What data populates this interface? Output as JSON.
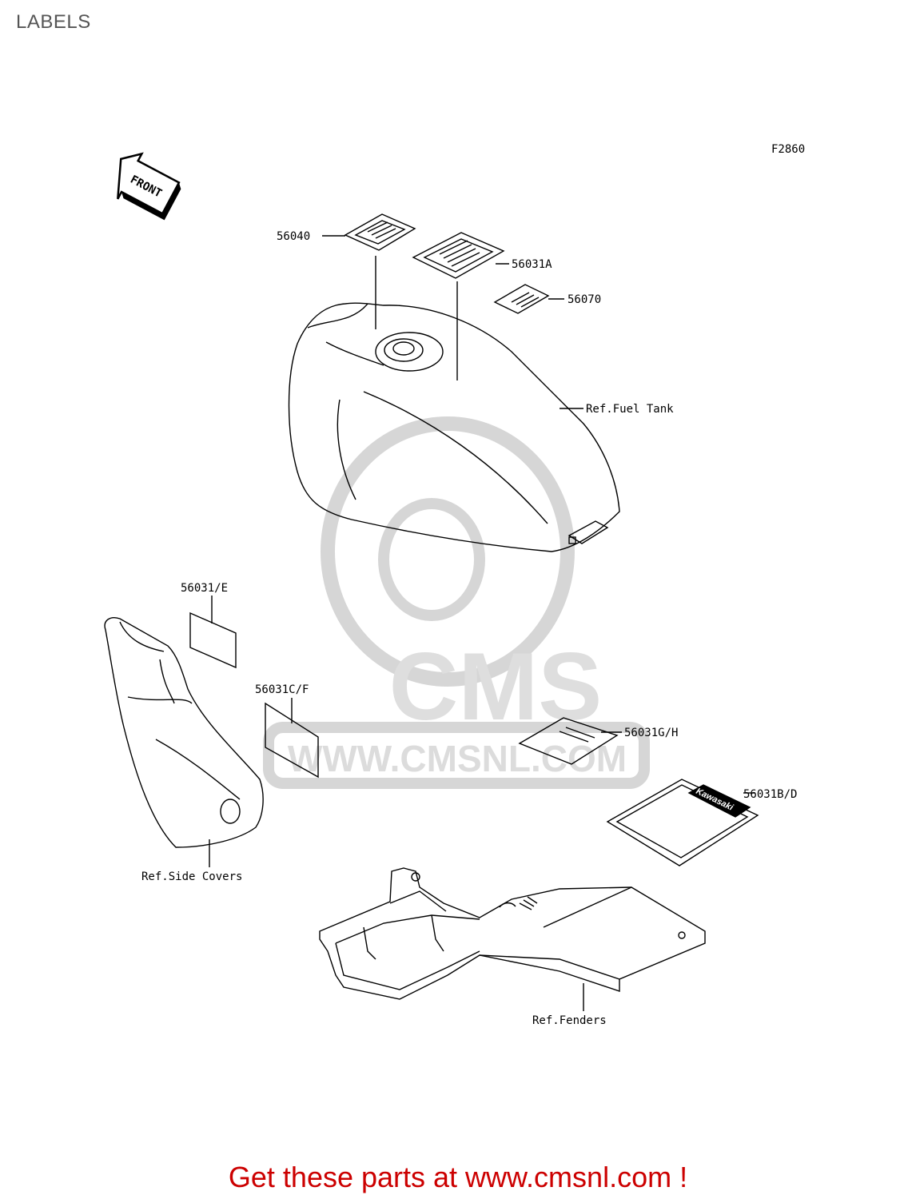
{
  "page": {
    "title": "LABELS"
  },
  "diagram": {
    "figure_id": "F2860",
    "orientation_marker": "FRONT",
    "watermark": {
      "brand": "CMS",
      "url": "WWW.CMSNL.COM"
    },
    "logo_sticker_text": "Kawasaki",
    "callouts": {
      "p56040": "56040",
      "p56031a": "56031A",
      "p56070": "56070",
      "fuel_tank": "Ref.Fuel Tank",
      "p56031e": "56031/E",
      "p56031cf": "56031C/F",
      "p56031gh": "56031G/H",
      "p56031bd": "56031B/D",
      "side_covers": "Ref.Side Covers",
      "fenders": "Ref.Fenders"
    }
  },
  "footer": {
    "cta": "Get these parts at www.cmsnl.com !"
  },
  "colors": {
    "line": "#000000",
    "watermark": "#d9d9d9",
    "cta": "#cc0000",
    "title": "#555555"
  }
}
